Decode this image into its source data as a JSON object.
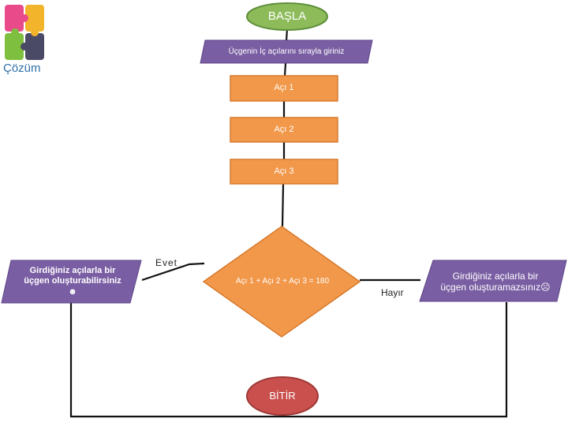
{
  "logo": {
    "icon": "puzzle-logo-icon",
    "caption": "Çözüm"
  },
  "flowchart": {
    "start": "BAŞLA",
    "input_prompt": "Üçgenin İç açılarını sırayla giriniz",
    "inputs": [
      "Açı 1",
      "Açı 2",
      "Açı 3"
    ],
    "condition": "Açı 1 + Açı 2 + Açı 3 = 180",
    "yes_label": "Evet",
    "no_label": "Hayır",
    "yes_output": "Girdiğiniz açılarla bir üçgen oluşturabilirsiniz ☻",
    "no_output": "Girdiğiniz açılarla bir üçgen oluşturamazsınız☹",
    "end": "BİTİR"
  },
  "colors": {
    "start_fill": "#8DBB5A",
    "start_border": "#5E8F3A",
    "io_fill": "#7A5EA3",
    "process_fill": "#F2984A",
    "process_border": "#D67A2E",
    "end_fill": "#C9504D",
    "end_border": "#9E3836",
    "line": "#111111"
  }
}
